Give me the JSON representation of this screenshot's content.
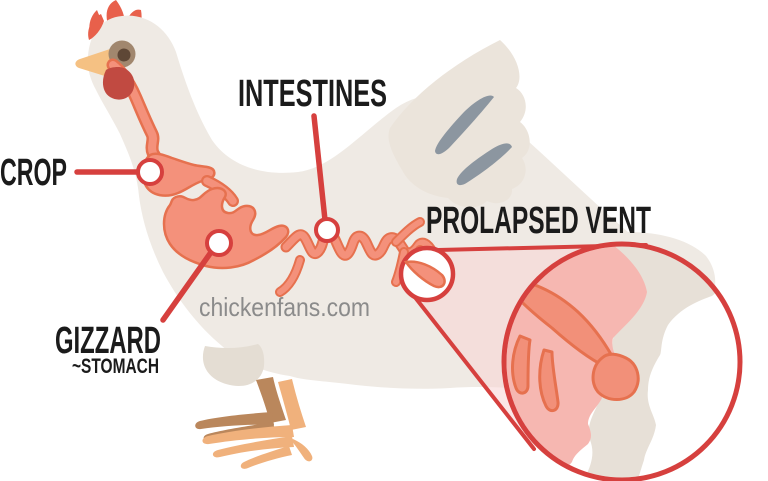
{
  "labels": {
    "crop": "CROP",
    "intestines": "INTESTINES",
    "gizzard": "GIZZARD",
    "gizzard_subtitle": "~STOMACH",
    "prolapsed_vent": "PROLAPSED VENT"
  },
  "watermark": {
    "text": "chickenfans.com",
    "color": "#8B8B8B"
  },
  "colors": {
    "background": "#FFFFFF",
    "label_text": "#1B1B1B",
    "accent_red": "#D6403E",
    "body_feathers": "#EFEAE4",
    "wing_feathers": "#EBE4DB",
    "feather_streak_gray": "#8C96A0",
    "comb_red": "#E8604B",
    "wattle_red": "#C14A41",
    "beak_tan": "#F5C183",
    "eye_brown": "#A1876E",
    "pupil_dark_brown": "#5E4736",
    "digestive_tract_fill": "#F4917B",
    "digestive_tract_outline": "#E6714F",
    "inflamed_tissue_pink": "#F6B7B1",
    "magnifier_cone_pink": "#F7D4D3",
    "leg_tan": "#F0B17C",
    "leg_shadow_brown": "#BA875C",
    "thigh_beige": "#E4DDD3"
  }
}
